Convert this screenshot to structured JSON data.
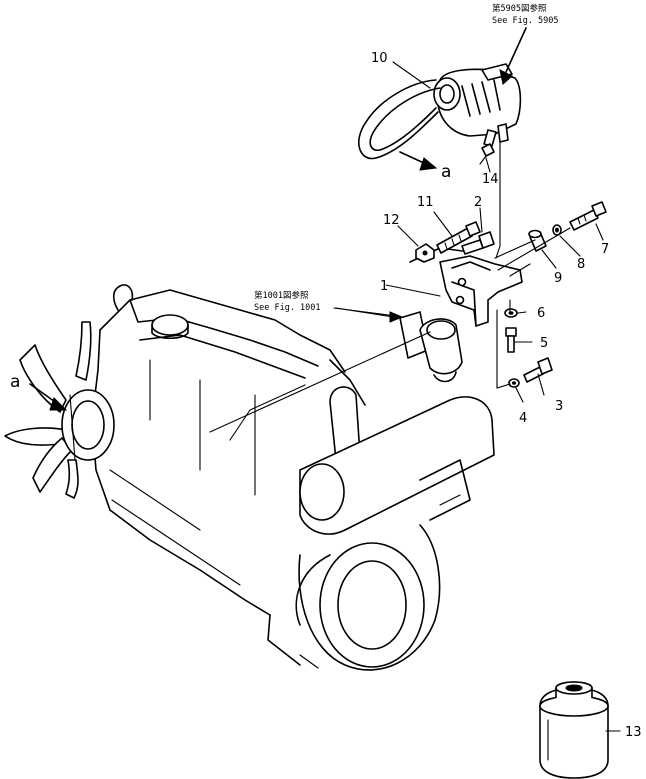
{
  "callouts": {
    "c1": "1",
    "c2": "2",
    "c3": "3",
    "c4": "4",
    "c5": "5",
    "c6": "6",
    "c7": "7",
    "c8": "8",
    "c9": "9",
    "c10": "10",
    "c11": "11",
    "c12": "12",
    "c13": "13",
    "c14": "14"
  },
  "references": {
    "fig5905_jp": "第5905図参照",
    "fig5905_en": "See Fig. 5905",
    "fig1001_jp": "第1001図参照",
    "fig1001_en": "See Fig. 1001"
  },
  "markers": {
    "a_top": "a",
    "a_left": "a"
  }
}
